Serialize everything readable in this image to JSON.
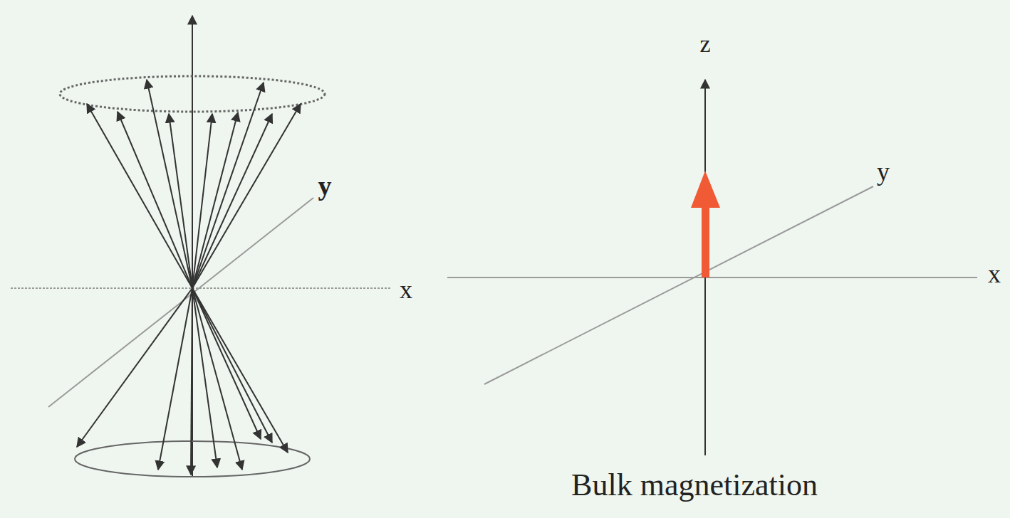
{
  "diagram": {
    "labels": [
      "y",
      "x",
      "z",
      "y",
      "x",
      "Bulk magnetization"
    ]
  }
}
